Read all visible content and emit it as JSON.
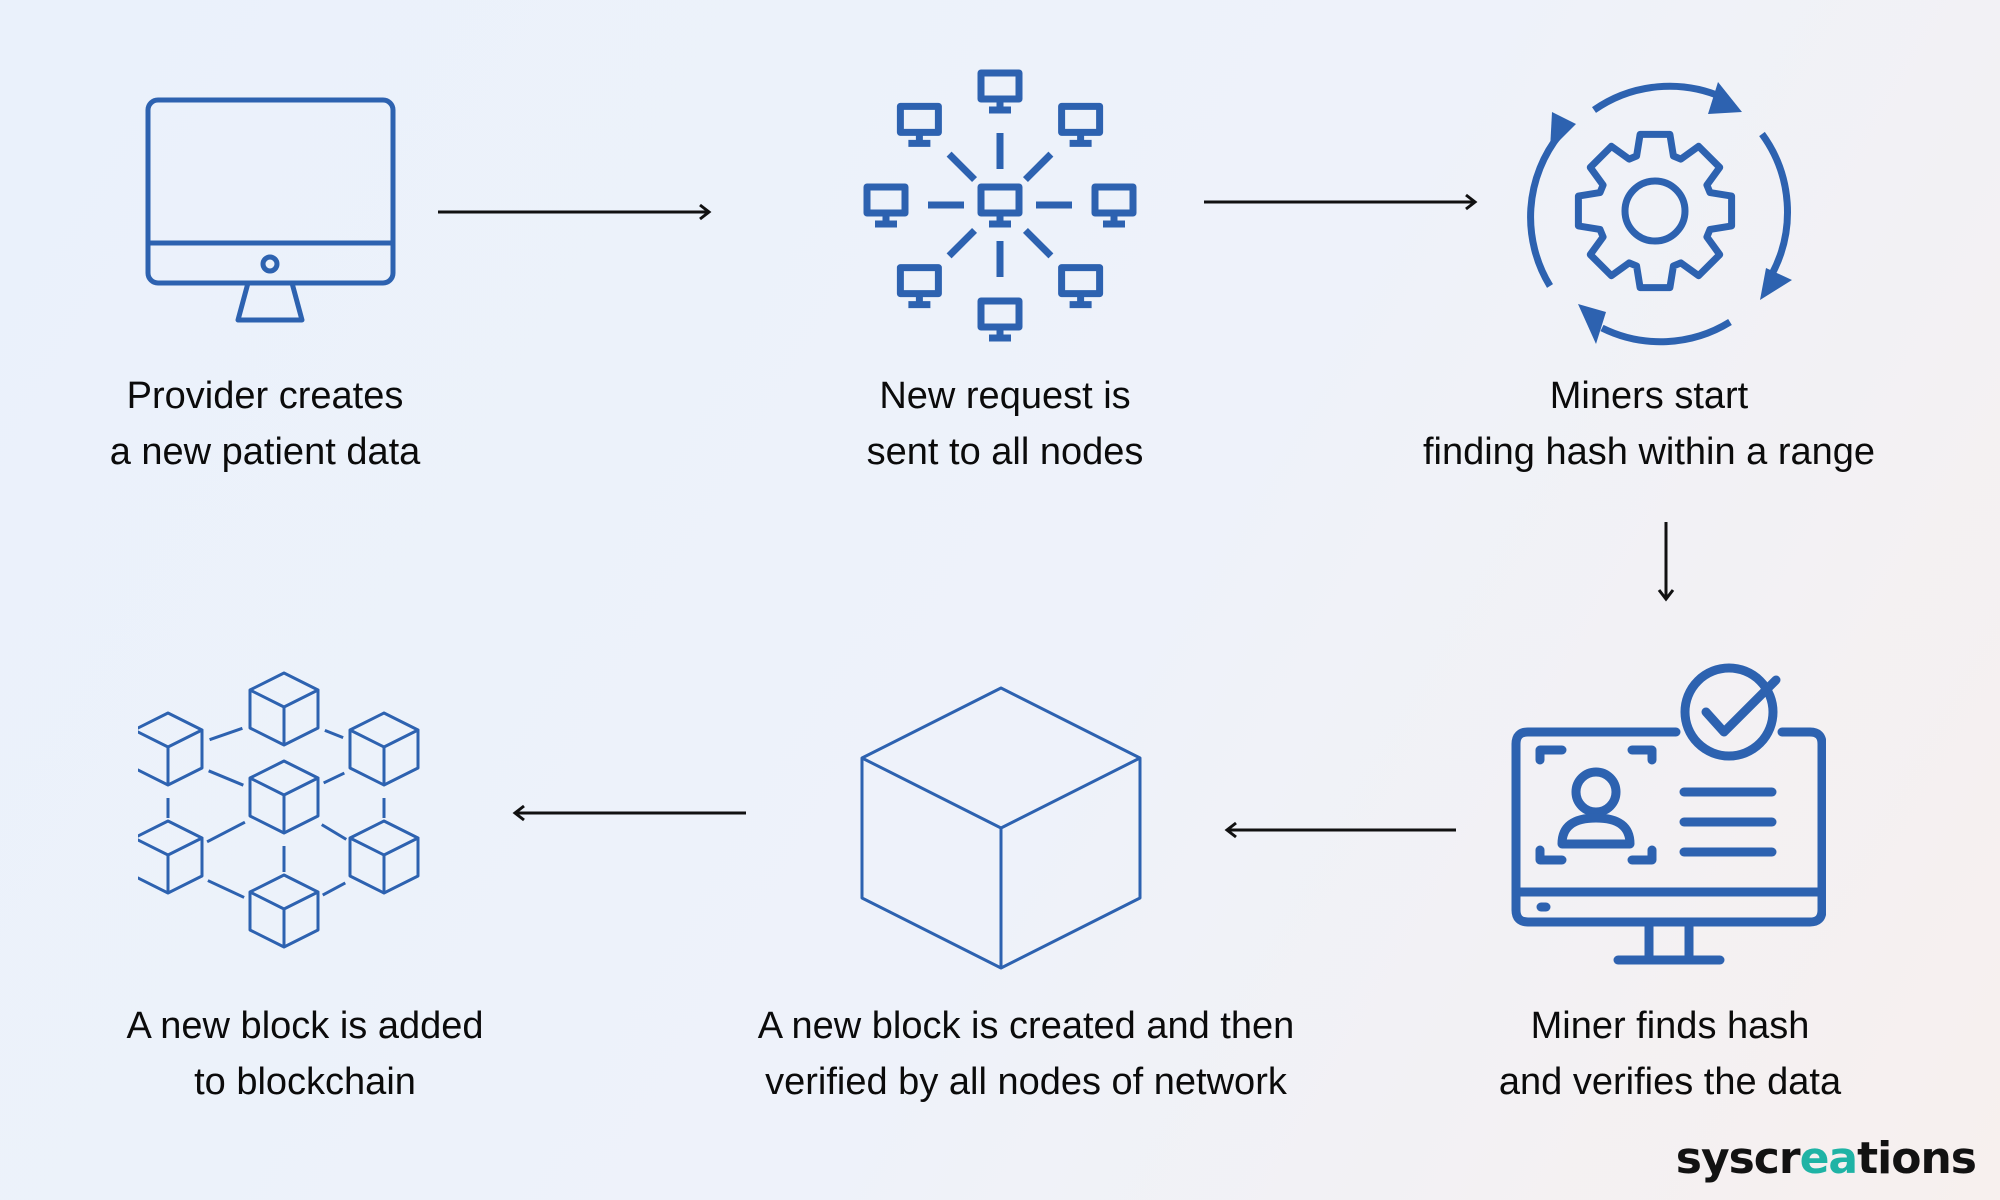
{
  "colors": {
    "icon_blue": "#2d62b0",
    "arrow": "#111111",
    "brand_accent": "#1fb3a5"
  },
  "steps": [
    {
      "icon": "monitor-icon",
      "line1": "Provider creates",
      "line2": "a new patient data"
    },
    {
      "icon": "network-nodes-icon",
      "line1": "New request is",
      "line2": "sent to all nodes"
    },
    {
      "icon": "gear-cycle-icon",
      "line1": "Miners start",
      "line2": "finding hash within a range"
    },
    {
      "icon": "verified-profile-monitor-icon",
      "line1": "Miner finds hash",
      "line2": "and verifies the data"
    },
    {
      "icon": "cube-icon",
      "line1": "A new block is created and then",
      "line2": "verified by all nodes of network"
    },
    {
      "icon": "blockchain-network-icon",
      "line1": "A new block is added",
      "line2": "to blockchain"
    }
  ],
  "brand": {
    "part1": "syscr",
    "accent": "ea",
    "part2": "tions"
  }
}
